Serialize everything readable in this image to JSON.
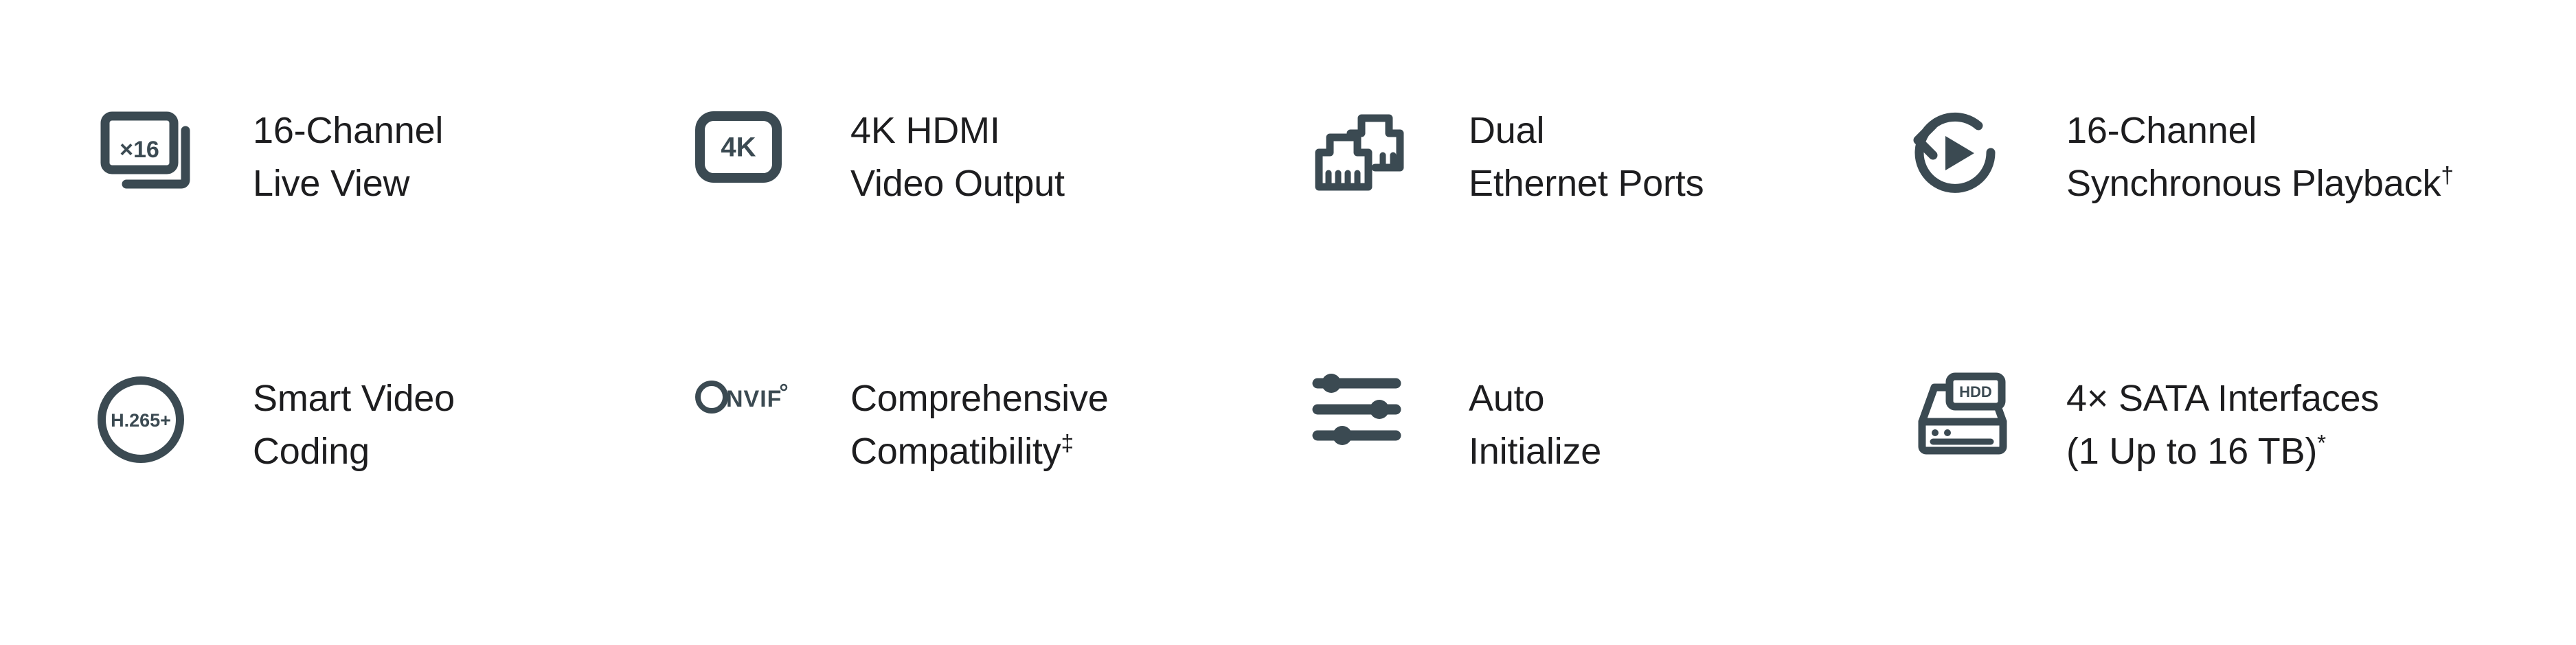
{
  "page": {
    "background": "#ffffff",
    "icon_color": "#3b4a52",
    "text_color": "#1d1d1f",
    "columns": 4,
    "rows": 2
  },
  "features": [
    {
      "icon": "multi-channel-live-view-icon",
      "icon_label": "×16",
      "line1": "16-Channel",
      "line2": "Live View",
      "footnote": ""
    },
    {
      "icon": "4k-hdmi-icon",
      "icon_label": "4K",
      "line1": "4K HDMI",
      "line2": "Video Output",
      "footnote": ""
    },
    {
      "icon": "dual-ethernet-port-icon",
      "icon_label": "",
      "line1": "Dual",
      "line2": "Ethernet Ports",
      "footnote": ""
    },
    {
      "icon": "synchronous-playback-icon",
      "icon_label": "",
      "line1": "16-Channel",
      "line2": "Synchronous Playback",
      "footnote": "†"
    },
    {
      "icon": "h265plus-icon",
      "icon_label": "H.265+",
      "line1": "Smart Video",
      "line2": "Coding",
      "footnote": ""
    },
    {
      "icon": "onvif-logo-icon",
      "icon_label": "ONVIF®",
      "line1": "Comprehensive",
      "line2": "Compatibility",
      "footnote": "‡"
    },
    {
      "icon": "sliders-auto-initialize-icon",
      "icon_label": "",
      "line1": "Auto",
      "line2": "Initialize",
      "footnote": ""
    },
    {
      "icon": "hdd-sata-icon",
      "icon_label": "HDD",
      "line1": "4× SATA Interfaces",
      "line2": "(1 Up to 16 TB)",
      "footnote": "*"
    }
  ]
}
